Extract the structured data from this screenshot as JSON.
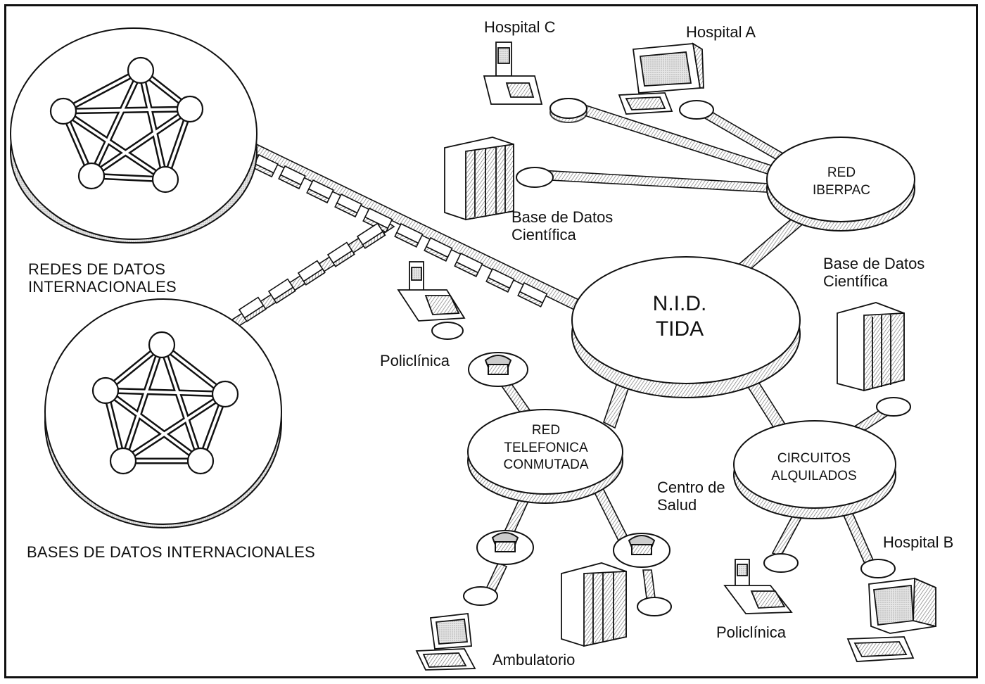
{
  "labels": {
    "hospital_c": "Hospital C",
    "hospital_a": "Hospital A",
    "red_iberpac_1": "RED",
    "red_iberpac_2": "IBERPAC",
    "base_datos_1_l1": "Base de Datos",
    "base_datos_1_l2": "Científica",
    "base_datos_2_l1": "Base de Datos",
    "base_datos_2_l2": "Científica",
    "redes_int_l1": "REDES DE DATOS",
    "redes_int_l2": "INTERNACIONALES",
    "nid_l1": "N.I.D.",
    "nid_l2": "TIDA",
    "policlinica_1": "Policlínica",
    "red_tel_l1": "RED",
    "red_tel_l2": "TELEFONICA",
    "red_tel_l3": "CONMUTADA",
    "circuitos_l1": "CIRCUITOS",
    "circuitos_l2": "ALQUILADOS",
    "centro_salud_l1": "Centro de",
    "centro_salud_l2": "Salud",
    "bases_int": "BASES DE DATOS INTERNACIONALES",
    "hospital_b": "Hospital B",
    "policlinica_2": "Policlínica",
    "ambulatorio": "Ambulatorio"
  },
  "icons": [
    "pentagon-network-icon",
    "terminal-icon",
    "computer-icon",
    "server-rack-icon",
    "telephone-icon"
  ],
  "colors": {
    "ink": "#111111",
    "fill": "#ffffff",
    "shade": "#d9d9d9",
    "hatch": "#8a8a8a"
  }
}
